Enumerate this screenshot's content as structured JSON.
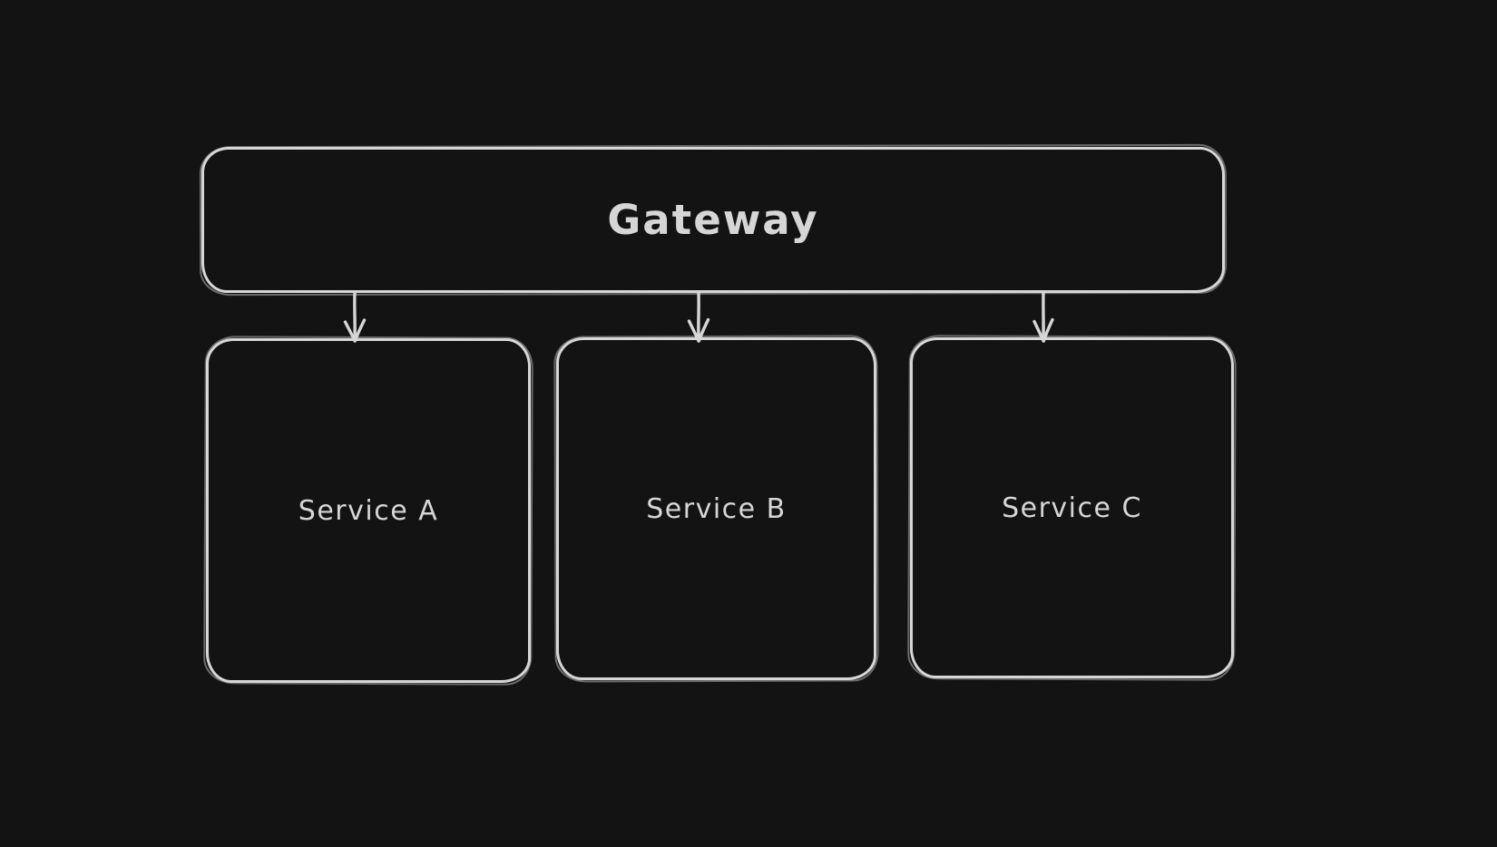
{
  "theme": {
    "background": "#131313",
    "stroke": "#d6d6d6",
    "text": "#d6d6d6"
  },
  "diagram": {
    "nodes": [
      {
        "id": "gateway",
        "label": "Gateway"
      },
      {
        "id": "service-a",
        "label": "Service A"
      },
      {
        "id": "service-b",
        "label": "Service B"
      },
      {
        "id": "service-c",
        "label": "Service C"
      }
    ],
    "edges": [
      {
        "from": "gateway",
        "to": "service-a",
        "type": "arrow",
        "direction": "down"
      },
      {
        "from": "gateway",
        "to": "service-b",
        "type": "arrow",
        "direction": "down"
      },
      {
        "from": "gateway",
        "to": "service-c",
        "type": "arrow",
        "direction": "down"
      }
    ]
  }
}
